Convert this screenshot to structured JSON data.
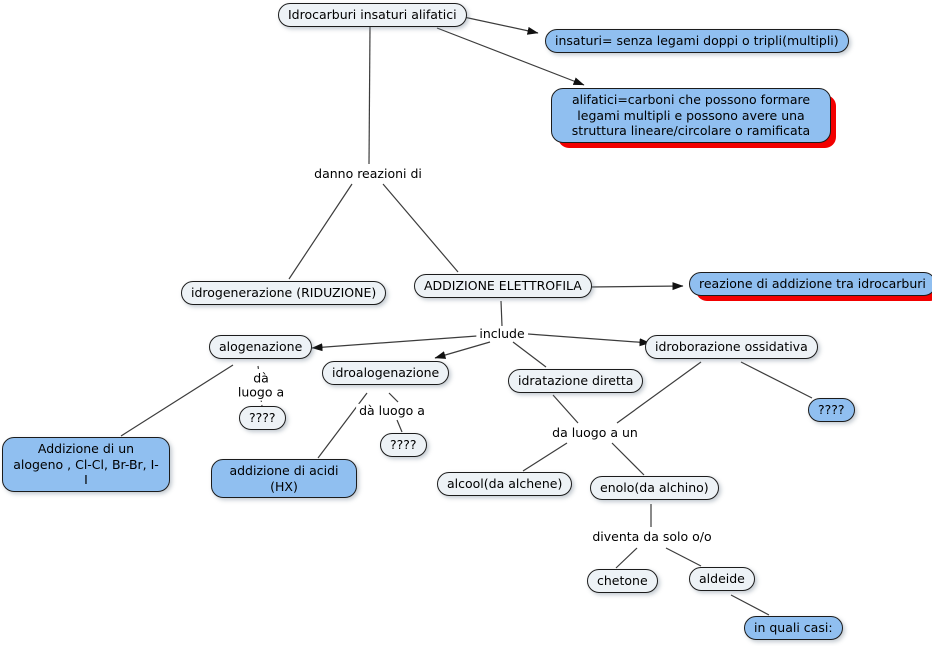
{
  "diagram": {
    "nodes": {
      "root": "Idrocarburi insaturi alifatici",
      "insaturi": "insaturi= senza legami doppi o tripli(multipli)",
      "alifatici": "alifatici=carboni che possono formare legami multipli e possono avere una struttura lineare/circolare o ramificata",
      "idrogenazione": "idrogenerazione (RIDUZIONE)",
      "addizione_elettrofila": "ADDIZIONE ELETTROFILA",
      "reazione": "reazione di addizione tra idrocarburi",
      "alogenazione": "alogenazione",
      "idroalogenazione": "idroalogenazione",
      "idratazione": "idratazione diretta",
      "idroborazione": "idroborazione ossidativa",
      "q_blue": "????",
      "q_alogenazione": "????",
      "q_idroalogenazione": "????",
      "addizione_alogeno": "Addizione di un alogeno , Cl-Cl, Br-Br, I-I",
      "addizione_acidi": "addizione di acidi (HX)",
      "alcool": "alcool(da alchene)",
      "enolo": "enolo(da alchino)",
      "chetone": "chetone",
      "aldeide": "aldeide",
      "in_quali_casi": "in quali casi:"
    },
    "link_labels": {
      "danno": "danno reazioni di",
      "include": "include",
      "da_luogo_a_1": "dà luogo a",
      "da_luogo_a_2": "dà luogo a",
      "da_luogo_a_un": "da luogo a un",
      "diventa": "diventa da solo o/o"
    },
    "colors": {
      "node_fill": "#edf2f6",
      "node_blue_fill": "#90bff0",
      "node_border": "#1c1c1c",
      "shadow_red": "#f20000",
      "line": "#3c3c3c"
    }
  }
}
